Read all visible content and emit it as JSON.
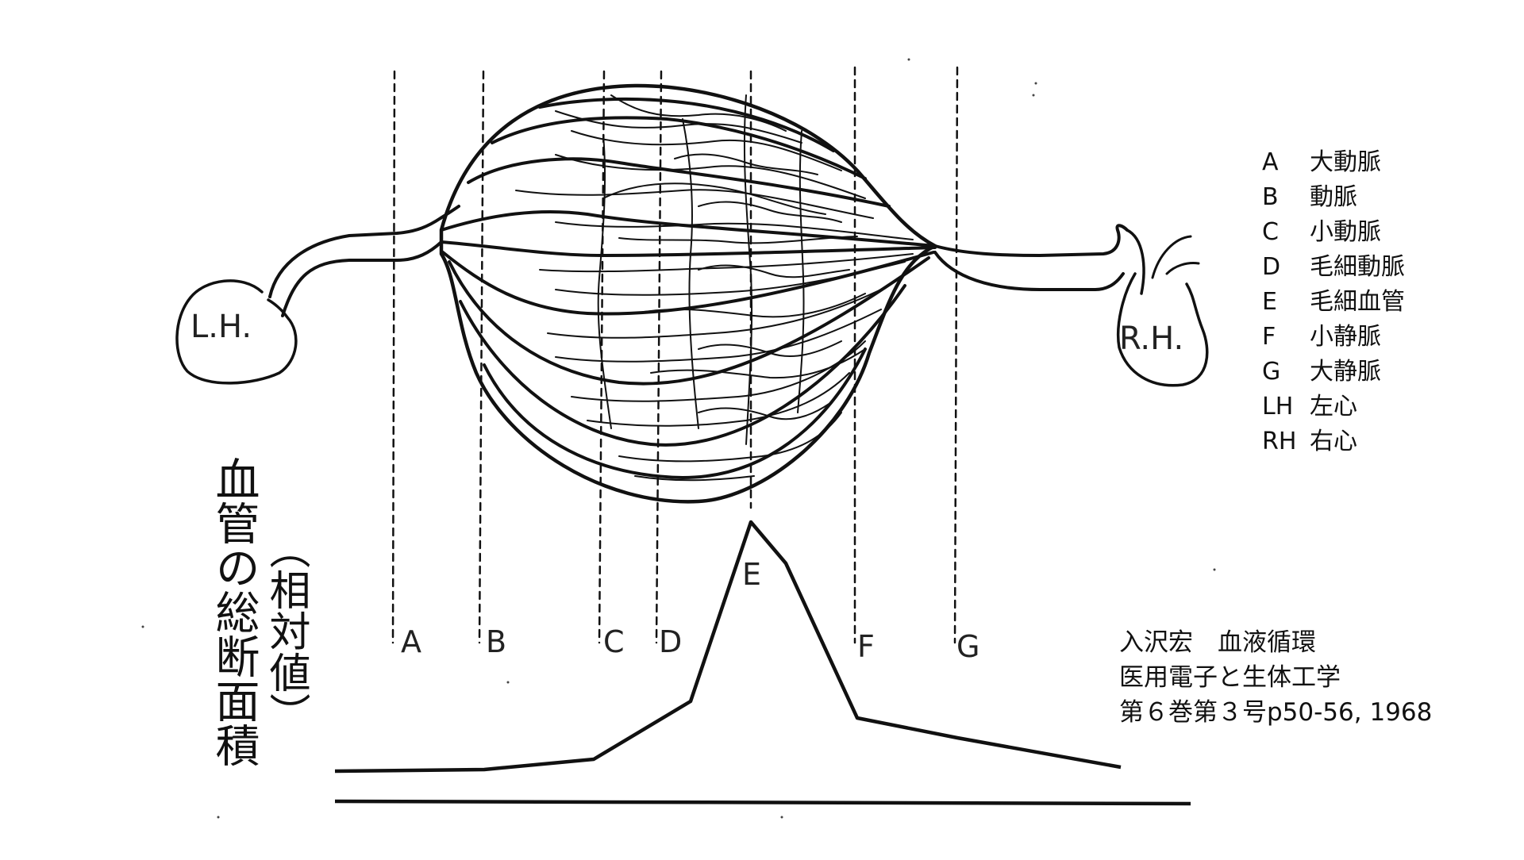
{
  "heart_labels": {
    "left": "L.H.",
    "right": "R.H."
  },
  "section_markers": [
    "A",
    "B",
    "C",
    "D",
    "E",
    "F",
    "G"
  ],
  "legend": [
    {
      "key": "A",
      "label": "大動脈"
    },
    {
      "key": "B",
      "label": "動脈"
    },
    {
      "key": "C",
      "label": "小動脈"
    },
    {
      "key": "D",
      "label": "毛細動脈"
    },
    {
      "key": "E",
      "label": "毛細血管"
    },
    {
      "key": "F",
      "label": "小静脈"
    },
    {
      "key": "G",
      "label": "大静脈"
    },
    {
      "key": "LH",
      "label": "左心"
    },
    {
      "key": "RH",
      "label": "右心"
    }
  ],
  "axis_label": {
    "main": "血管の総断面積",
    "sub": "（相対値）"
  },
  "citation": {
    "line1": "入沢宏　血液循環",
    "line2": "医用電子と生体工学",
    "line3": "第６巻第３号p50-56, 1968"
  }
}
